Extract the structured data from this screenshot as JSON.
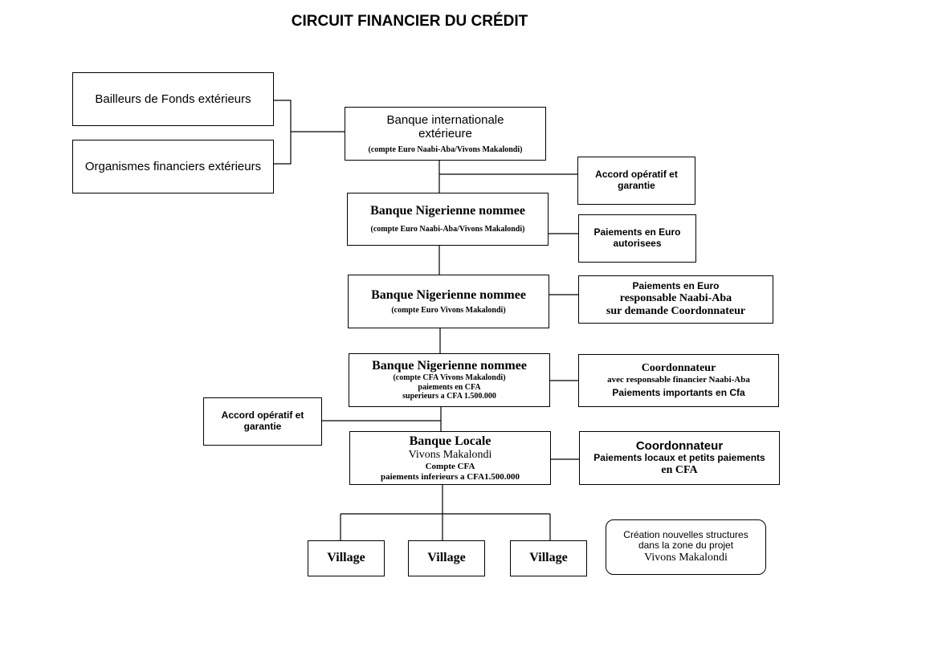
{
  "diagram": {
    "title": "CIRCUIT FINANCIER DU CRÉDIT",
    "nodes": {
      "bailleurs": {
        "lines": [
          "Bailleurs de Fonds extérieurs"
        ]
      },
      "organismes": {
        "lines": [
          "Organismes financiers extérieurs"
        ]
      },
      "banque_internationale": {
        "lines": [
          "Banque internationale",
          "extérieure",
          "(compte Euro Naabi-Aba/Vivons Makalondi)"
        ]
      },
      "accord_1": {
        "lines": [
          "Accord opératif et",
          "garantie"
        ]
      },
      "banque_nig_1": {
        "lines": [
          "Banque Nigerienne nommee",
          "(compte Euro Naabi-Aba/Vivons Makalondi)"
        ]
      },
      "paiements_euro_autorisees": {
        "lines": [
          "Paiements en Euro",
          "autorisees"
        ]
      },
      "banque_nig_2": {
        "lines": [
          "Banque Nigerienne nommee",
          "(compte Euro Vivons Makalondi)"
        ]
      },
      "paiements_euro_responsable": {
        "lines": [
          "Paiements en Euro",
          "responsable Naabi-Aba",
          "sur demande Coordonnateur"
        ]
      },
      "banque_nig_3": {
        "lines": [
          "Banque Nigerienne nommee",
          "(compte CFA Vivons Makalondi)",
          "paiements en CFA",
          "superieurs a CFA 1.500.000"
        ]
      },
      "coordonnateur_1": {
        "lines": [
          "Coordonnateur",
          "avec responsable financier Naabi-Aba",
          "Paiements importants en Cfa"
        ]
      },
      "accord_2": {
        "lines": [
          "Accord opératif et",
          "garantie"
        ]
      },
      "banque_locale": {
        "lines": [
          "Banque Locale",
          "Vivons Makalondi",
          "Compte CFA",
          "paiements inferieurs a CFA1.500.000"
        ]
      },
      "coordonnateur_2": {
        "lines": [
          "Coordonnateur",
          "Paiements locaux et petits paiements",
          "en CFA"
        ]
      },
      "village_1": {
        "lines": [
          "Village"
        ]
      },
      "village_2": {
        "lines": [
          "Village"
        ]
      },
      "village_3": {
        "lines": [
          "Village"
        ]
      },
      "creation": {
        "lines": [
          "Création nouvelles structures",
          "dans la zone du projet",
          "Vivons Makalondi"
        ]
      }
    }
  }
}
